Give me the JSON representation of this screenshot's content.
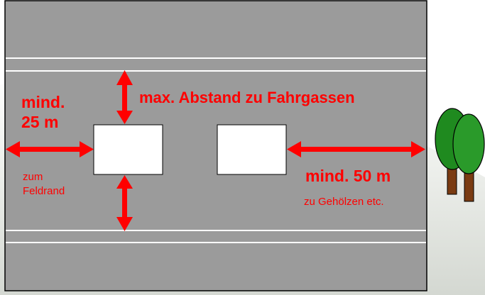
{
  "labels": {
    "min_field_edge_line1": "mind.",
    "min_field_edge_line2": "25 m",
    "field_edge_note_line1": "zum",
    "field_edge_note_line2": "Feldrand",
    "max_tramline_distance": "max. Abstand zu Fahrgassen",
    "min_woody_distance": "mind. 50 m",
    "woody_note": "zu Gehölzen etc."
  },
  "colors": {
    "field": "#9b9b9b",
    "tramline": "#ffffff",
    "plot": "#ffffff",
    "arrow": "#ff0000",
    "text": "#ff0000",
    "tree_crown": "#1f8a1f",
    "tree_trunk": "#7a3b12",
    "background_hill": "#d9ddd6"
  }
}
